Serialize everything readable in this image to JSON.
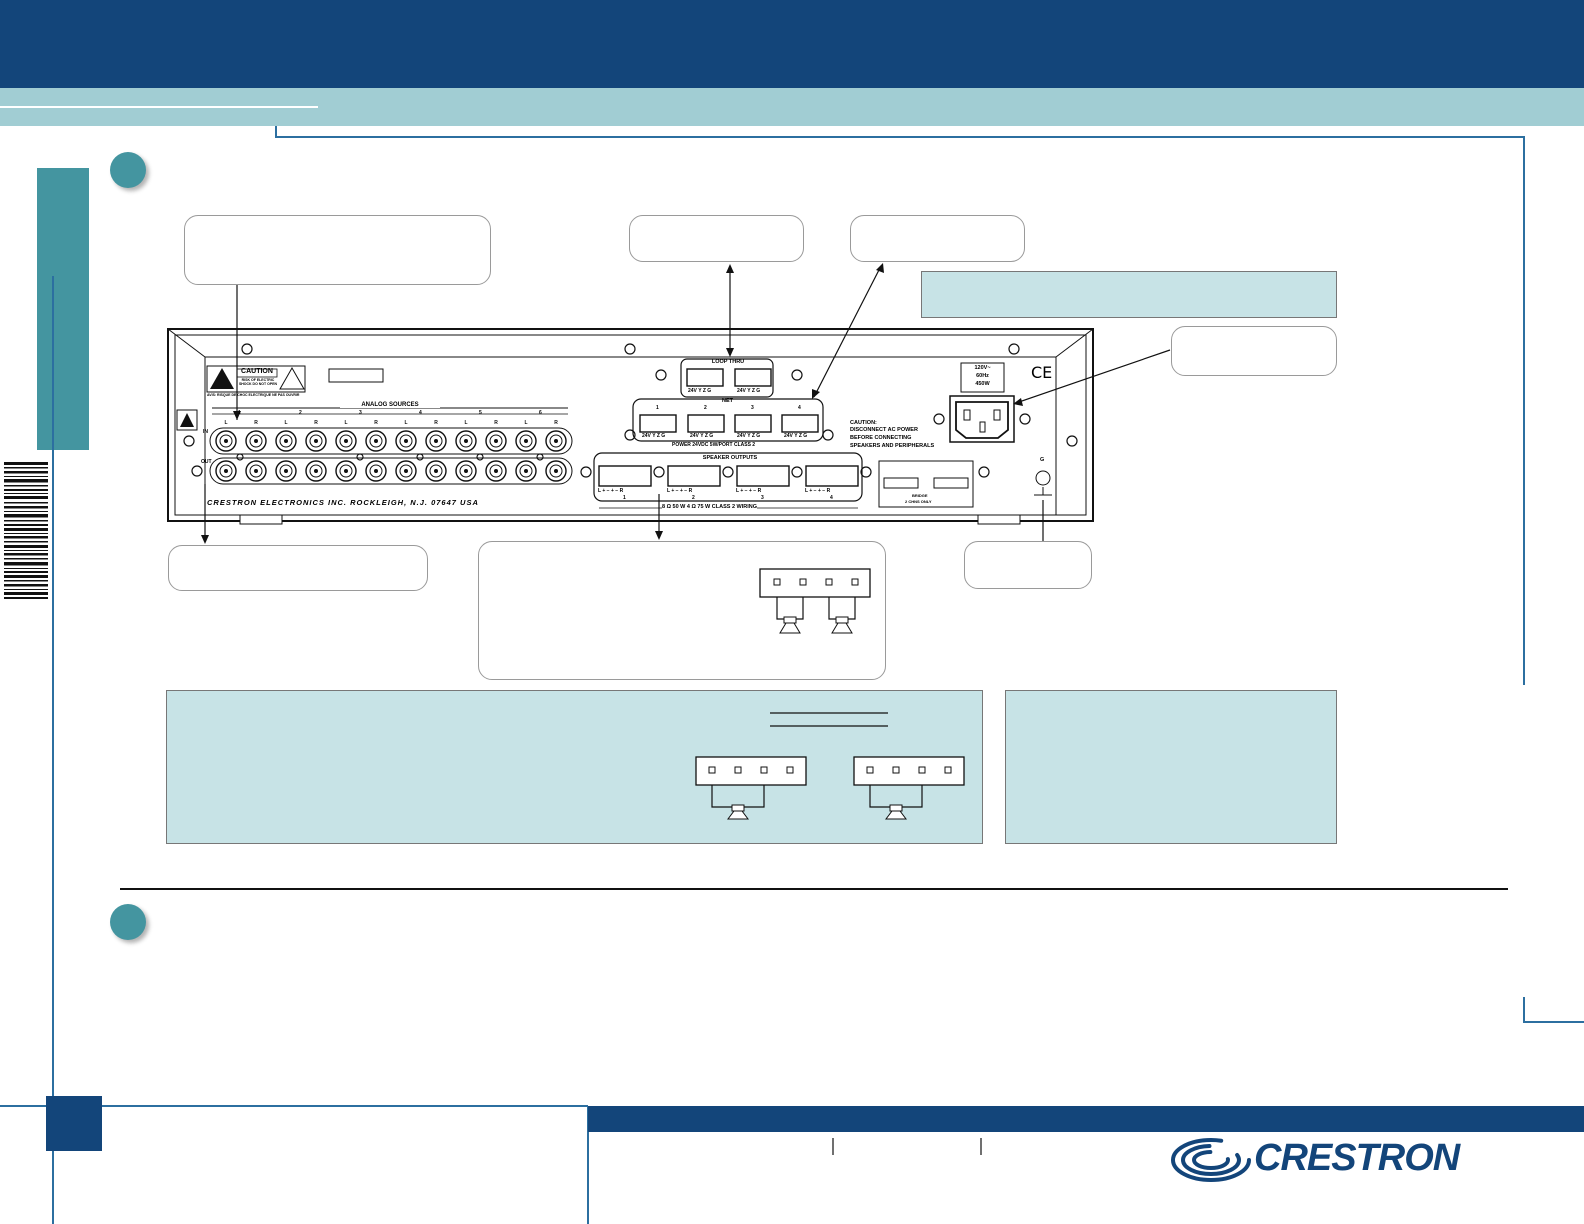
{
  "colors": {
    "header_navy": "#13457a",
    "header_band": "#a1cdd3",
    "teal": "#4495a0",
    "infobox_fill": "#c7e3e6",
    "footer_navy": "#13457a"
  },
  "panel": {
    "caution_label": "CAUTION",
    "caution_sub": "RISK OF ELECTRIC SHOCK DO NOT OPEN",
    "caution_note": "AVIS: RISQUE DE CHOC ELECTRIQUE NE PAS OUVRIR",
    "analog_sources": "ANALOG SOURCES",
    "source_numbers": [
      "1",
      "2",
      "3",
      "4",
      "5",
      "6"
    ],
    "channel_letters": [
      "L",
      "R"
    ],
    "in_label": "IN",
    "out_label": "OUT",
    "maker_line": "CRESTRON ELECTRONICS INC. ROCKLEIGH, N.J. 07647 USA",
    "loop_thru": "LOOP THRU",
    "pin_labels": "24V Y Z G",
    "net": "NET",
    "net_numbers": [
      "1",
      "2",
      "3",
      "4"
    ],
    "power_note": "POWER 24VDC 5W/PORT CLASS 2",
    "speaker_outputs": "SPEAKER OUTPUTS",
    "speaker_pins": "L + − + − R",
    "speaker_numbers": [
      "1",
      "2",
      "3",
      "4"
    ],
    "class2_note": "8 Ω 50 W   4 Ω 75 W   CLASS 2 WIRING",
    "bridge_label": "BRIDGE",
    "bridge_sub": "2 CHNS ONLY",
    "rating_1": "120V~",
    "rating_2": "60Hz",
    "rating_3": "450W",
    "ce_mark": "CE",
    "caution_ac_1": "CAUTION:",
    "caution_ac_2": "DISCONNECT AC POWER",
    "caution_ac_3": "BEFORE CONNECTING",
    "caution_ac_4": "SPEAKERS AND PERIPHERALS",
    "ground_label": "G"
  },
  "footer": {
    "logo_text": "CRESTRON"
  }
}
